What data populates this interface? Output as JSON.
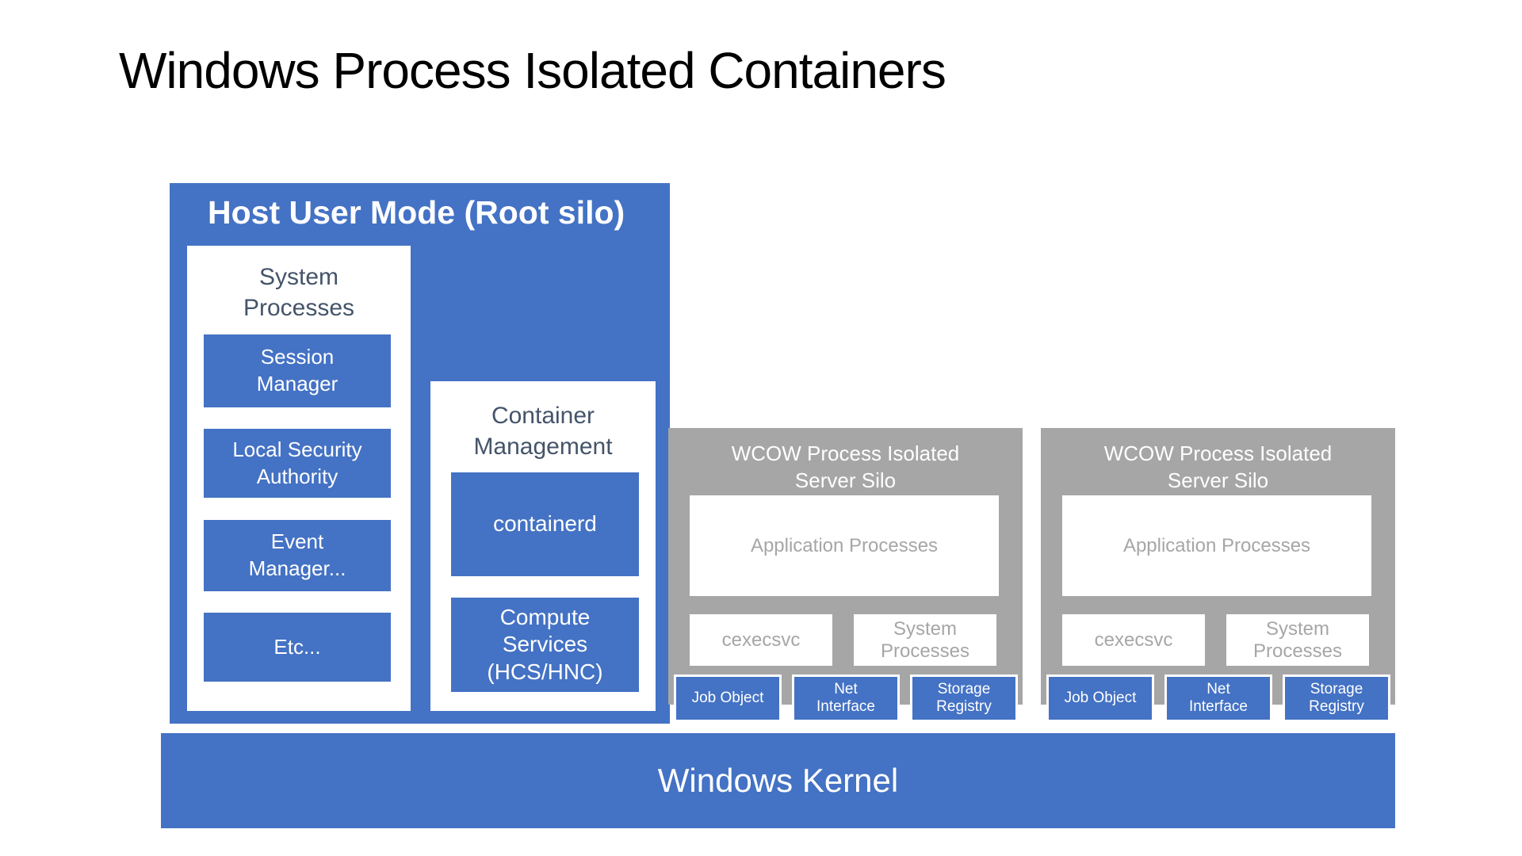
{
  "slide": {
    "title": "Windows Process Isolated Containers"
  },
  "host": {
    "title": "Host User Mode (Root silo)",
    "system_processes": {
      "header": "System\nProcesses",
      "items": [
        {
          "label": "Session\nManager"
        },
        {
          "label": "Local Security\nAuthority"
        },
        {
          "label": "Event\nManager..."
        },
        {
          "label": "Etc..."
        }
      ]
    },
    "container_management": {
      "header": "Container\nManagement",
      "items": [
        {
          "label": "containerd"
        },
        {
          "label": "Compute\nServices\n(HCS/HNC)"
        }
      ]
    }
  },
  "silos": [
    {
      "title": "WCOW Process Isolated\nServer Silo",
      "application_box": "Application Processes",
      "cexecsvc": "cexecsvc",
      "system_processes": "System\nProcesses",
      "kernel_objects": [
        {
          "label": "Job Object"
        },
        {
          "label": "Net\nInterface"
        },
        {
          "label": "Storage\nRegistry"
        }
      ]
    },
    {
      "title": "WCOW Process Isolated\nServer Silo",
      "application_box": "Application Processes",
      "cexecsvc": "cexecsvc",
      "system_processes": "System\nProcesses",
      "kernel_objects": [
        {
          "label": "Job Object"
        },
        {
          "label": "Net\nInterface"
        },
        {
          "label": "Storage\nRegistry"
        }
      ]
    }
  ],
  "kernel": {
    "label": "Windows Kernel"
  },
  "colors": {
    "blue": "#4472C4",
    "gray": "#A6A6A6",
    "header_text": "#44546A",
    "muted_text": "#A6A6A6",
    "title_text": "#000000"
  }
}
